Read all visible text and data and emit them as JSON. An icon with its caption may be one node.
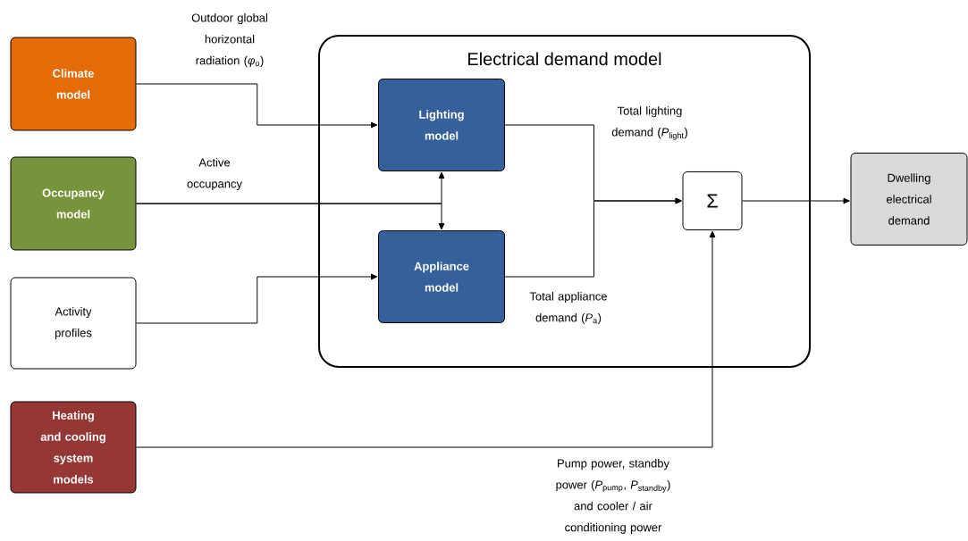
{
  "diagram": {
    "nodes": [
      {
        "text": [
          "Climate model"
        ]
      },
      {
        "text": [
          "Occupancy model"
        ]
      },
      {
        "text": [
          "Activity profiles"
        ]
      },
      {
        "text": [
          "Heating and cooling system models"
        ]
      },
      {
        "text": [
          "Electrical demand model"
        ]
      },
      {
        "text": [
          "Lighting model"
        ],
        "in": 4
      },
      {
        "text": [
          "Appliance model"
        ],
        "in": 4
      },
      {
        "text": [
          "Σ"
        ],
        "in": 4
      },
      {
        "text": [
          "Dwelling electrical demand"
        ]
      }
    ],
    "edges": [
      {
        "from": 0,
        "to": 5,
        "arrow": "to",
        "label": "Outdoor global horizontal radiation (*φ*$_{o}$)"
      },
      {
        "from": 1,
        "to": 5,
        "arrow": "to",
        "label": "Active occupancy"
      },
      {
        "from": 1,
        "to": 6,
        "arrow": "to"
      },
      {
        "from": 2,
        "to": 6,
        "arrow": "to"
      },
      {
        "from": 5,
        "to": 7,
        "arrow": "to",
        "label": "Total lighting demand (*P*$_{light}$)"
      },
      {
        "from": 6,
        "to": 7,
        "arrow": "to",
        "label": "Total appliance demand (*P*$_{a}$)"
      },
      {
        "from": 3,
        "to": 7,
        "arrow": "to",
        "label": "Pump power, standby power (*P*$_{pump}$, *P*$_{standby}$) and cooler / air conditioning power"
      },
      {
        "from": 7,
        "to": 8,
        "arrow": "to"
      }
    ]
  }
}
